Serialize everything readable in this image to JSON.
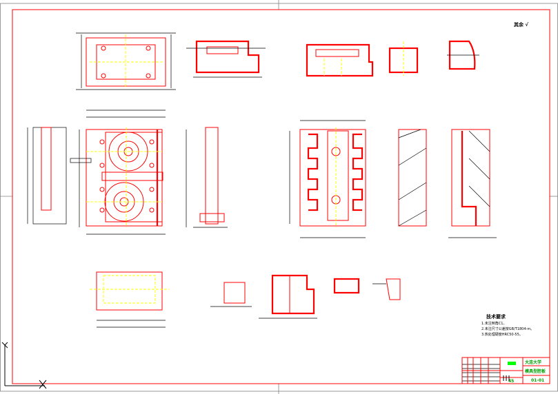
{
  "drawing": {
    "surface_finish_note": "其余 √",
    "tech_requirements": {
      "title": "技术要求",
      "lines": [
        "1.未注倒角C1。",
        "2.未注尺寸公差按GB/T1804-m。",
        "3.热处理硬度HRC50-55。"
      ]
    },
    "title_block": {
      "school": "大连大学",
      "part_name": "模具型腔板",
      "drawing_no": "01-01",
      "material": "45"
    },
    "colors": {
      "outline": "#ff0000",
      "centerline": "#ffff00",
      "dimension": "#000000",
      "title_text": "#00ff00"
    }
  }
}
